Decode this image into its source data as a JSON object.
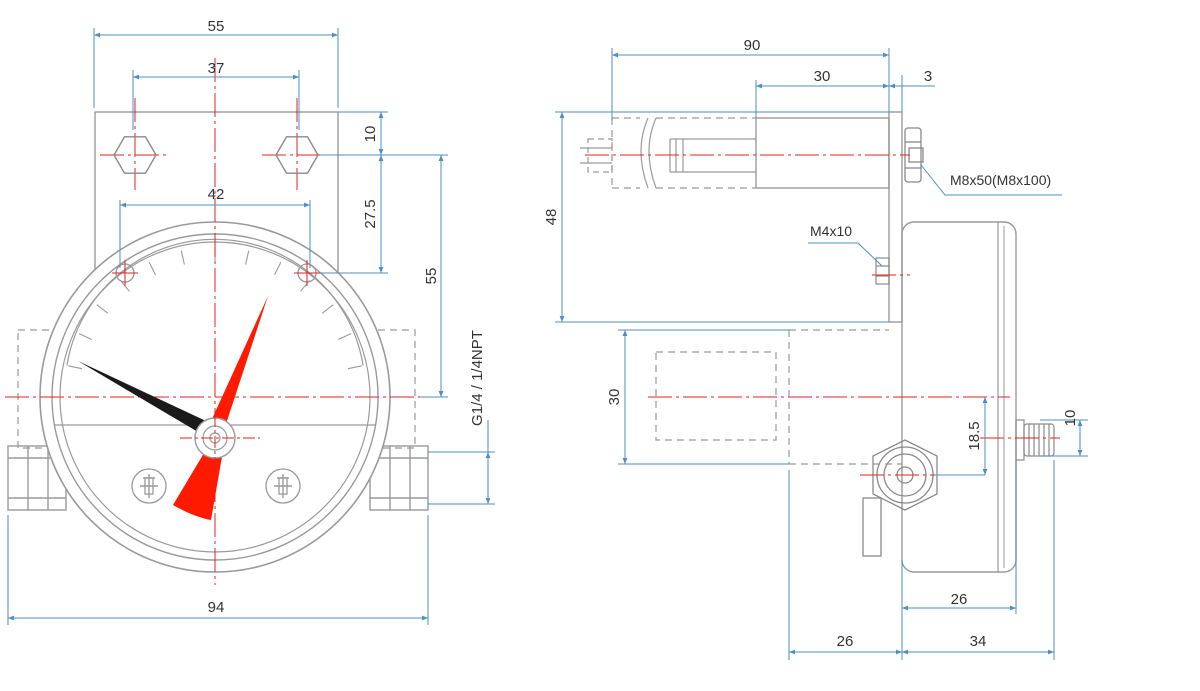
{
  "colors": {
    "outline": "#9a9a9a",
    "hidden_line": "#9a9a9a",
    "dimension": "#4f8fc0",
    "center_line": "#e02020",
    "needle_red": "#ff1a00",
    "needle_black": "#1a1a1a",
    "text": "#333333"
  },
  "front_view": {
    "dimensions": {
      "bracket_width": "55",
      "hole_spacing": "37",
      "screw_spacing": "42",
      "hole_offset_top": "10",
      "hole_to_screw": "27.5",
      "hole_to_port": "55",
      "overall_width": "94"
    },
    "thread_label": "G1/4 / 1/4NPT"
  },
  "side_view": {
    "dimensions": {
      "bolt_length": "90",
      "bolt_body": "30",
      "bracket_thickness": "3",
      "bracket_height": "48",
      "port_height": "30",
      "port_center_height": "18.5",
      "adjuster_height": "10",
      "case_to_adjuster": "26",
      "port_to_case": "26",
      "case_depth": "34"
    },
    "bolt_label": "M8x50(M8x100)",
    "screw_label": "M4x10"
  }
}
